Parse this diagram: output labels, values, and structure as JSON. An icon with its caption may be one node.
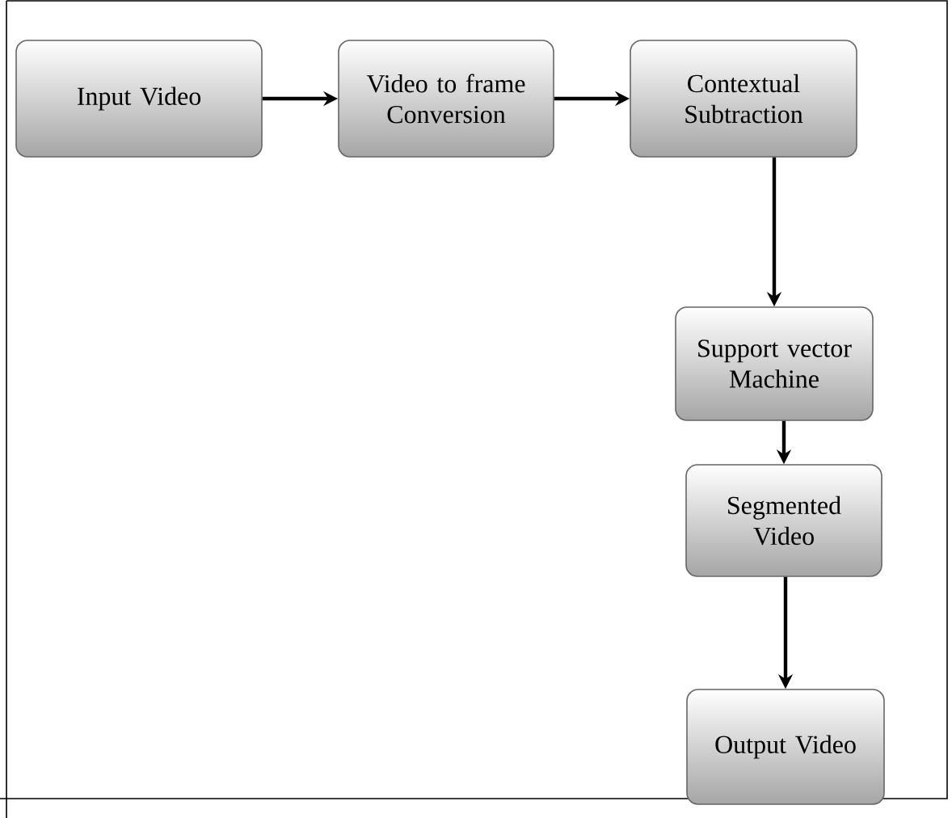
{
  "diagram": {
    "nodes": [
      {
        "text": [
          "Input Video"
        ]
      },
      {
        "text": [
          "Video to frame Conversion"
        ]
      },
      {
        "text": [
          "Contextual Subtraction"
        ]
      },
      {
        "text": [
          "Support vector Machine"
        ]
      },
      {
        "text": [
          "Segmented Video"
        ]
      },
      {
        "text": [
          "Output Video"
        ]
      }
    ],
    "edges": [
      {
        "from": 0,
        "to": 1,
        "arrow": "to"
      },
      {
        "from": 1,
        "to": 2,
        "arrow": "to"
      },
      {
        "from": 2,
        "to": 3,
        "arrow": "to"
      },
      {
        "from": 3,
        "to": 4,
        "arrow": "to"
      },
      {
        "from": 4,
        "to": 5,
        "arrow": "to"
      }
    ]
  }
}
